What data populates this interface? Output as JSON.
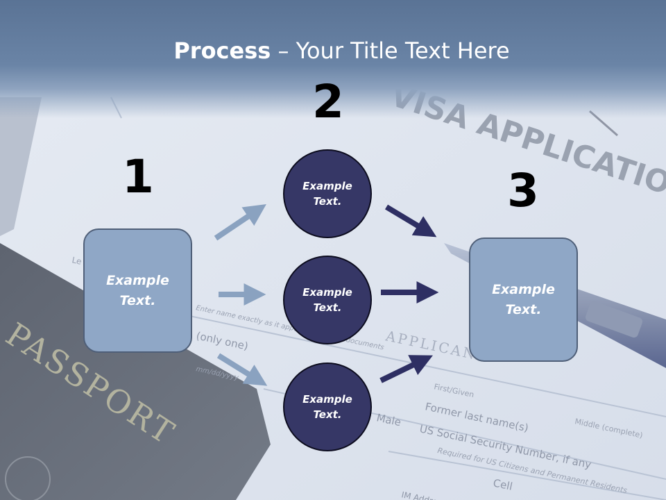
{
  "title": {
    "strong": "Process",
    "dash": " – ",
    "rest": "Your Title Text Here"
  },
  "steps": [
    {
      "number": "1",
      "label_line1": "Example",
      "label_line2": "Text."
    },
    {
      "number": "2"
    },
    {
      "number": "3",
      "label_line1": "Example",
      "label_line2": "Text."
    }
  ],
  "circles": [
    {
      "label_line1": "Example",
      "label_line2": "Text."
    },
    {
      "label_line1": "Example",
      "label_line2": "Text."
    },
    {
      "label_line1": "Example",
      "label_line2": "Text."
    }
  ],
  "background_text": {
    "visa": "VISA APPLICATION",
    "passport": "PASSPORT",
    "applicant": "APPLICANT",
    "former": "Former last name(s)",
    "ssn": "US Social Security Number, if any",
    "required": "Required for US Citizens and Permanent Residents",
    "middle": "Middle (complete)",
    "first": "First/Given",
    "cell": "Cell",
    "male": "Male",
    "only_one": "(only one)",
    "enter_name": "Enter name exactly as it appears on official documents",
    "date": "mm/dd/yyyy",
    "im_address": "IM Address",
    "le": "Le"
  },
  "colors": {
    "box_fill": "#8fa7c6",
    "circle_fill": "#363766",
    "light_arrow": "#8aa2c0",
    "dark_arrow": "#2e2f63",
    "header": "#6a84a6"
  }
}
